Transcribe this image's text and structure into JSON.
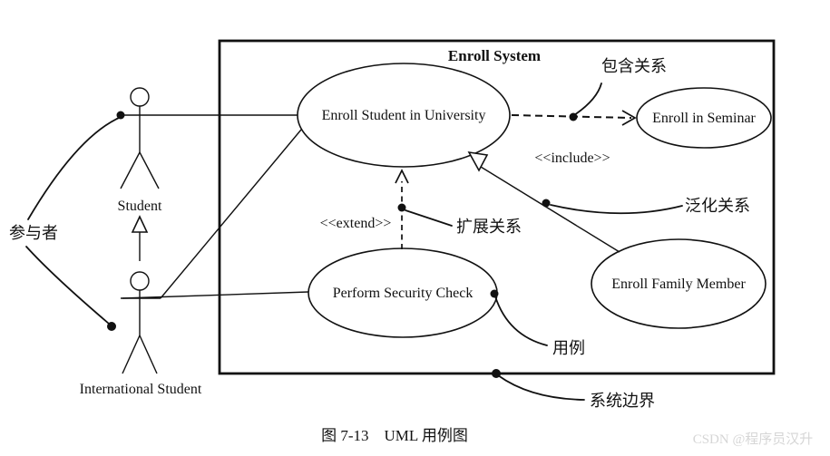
{
  "diagram": {
    "system_box": {
      "title": "Enroll System"
    },
    "use_cases": [
      {
        "label": "Enroll Student in University"
      },
      {
        "label": "Enroll in Seminar"
      },
      {
        "label": "Perform Security Check"
      },
      {
        "label": "Enroll Family Member"
      }
    ],
    "actors": [
      {
        "label": "Student"
      },
      {
        "label": "International Student"
      }
    ],
    "stereotypes": [
      {
        "label": "<<include>>"
      },
      {
        "label": "<<extend>>"
      }
    ],
    "callouts": [
      {
        "label": "包含关系"
      },
      {
        "label": "泛化关系"
      },
      {
        "label": "扩展关系"
      },
      {
        "label": "参与者"
      },
      {
        "label": "用例"
      },
      {
        "label": "系统边界"
      }
    ],
    "caption": "图 7-13　UML 用例图",
    "watermark": "CSDN @程序员汉升",
    "colors": {
      "line": "#111111",
      "text": "#111111",
      "watermark": "#d6d6d6",
      "background": "#ffffff"
    }
  }
}
